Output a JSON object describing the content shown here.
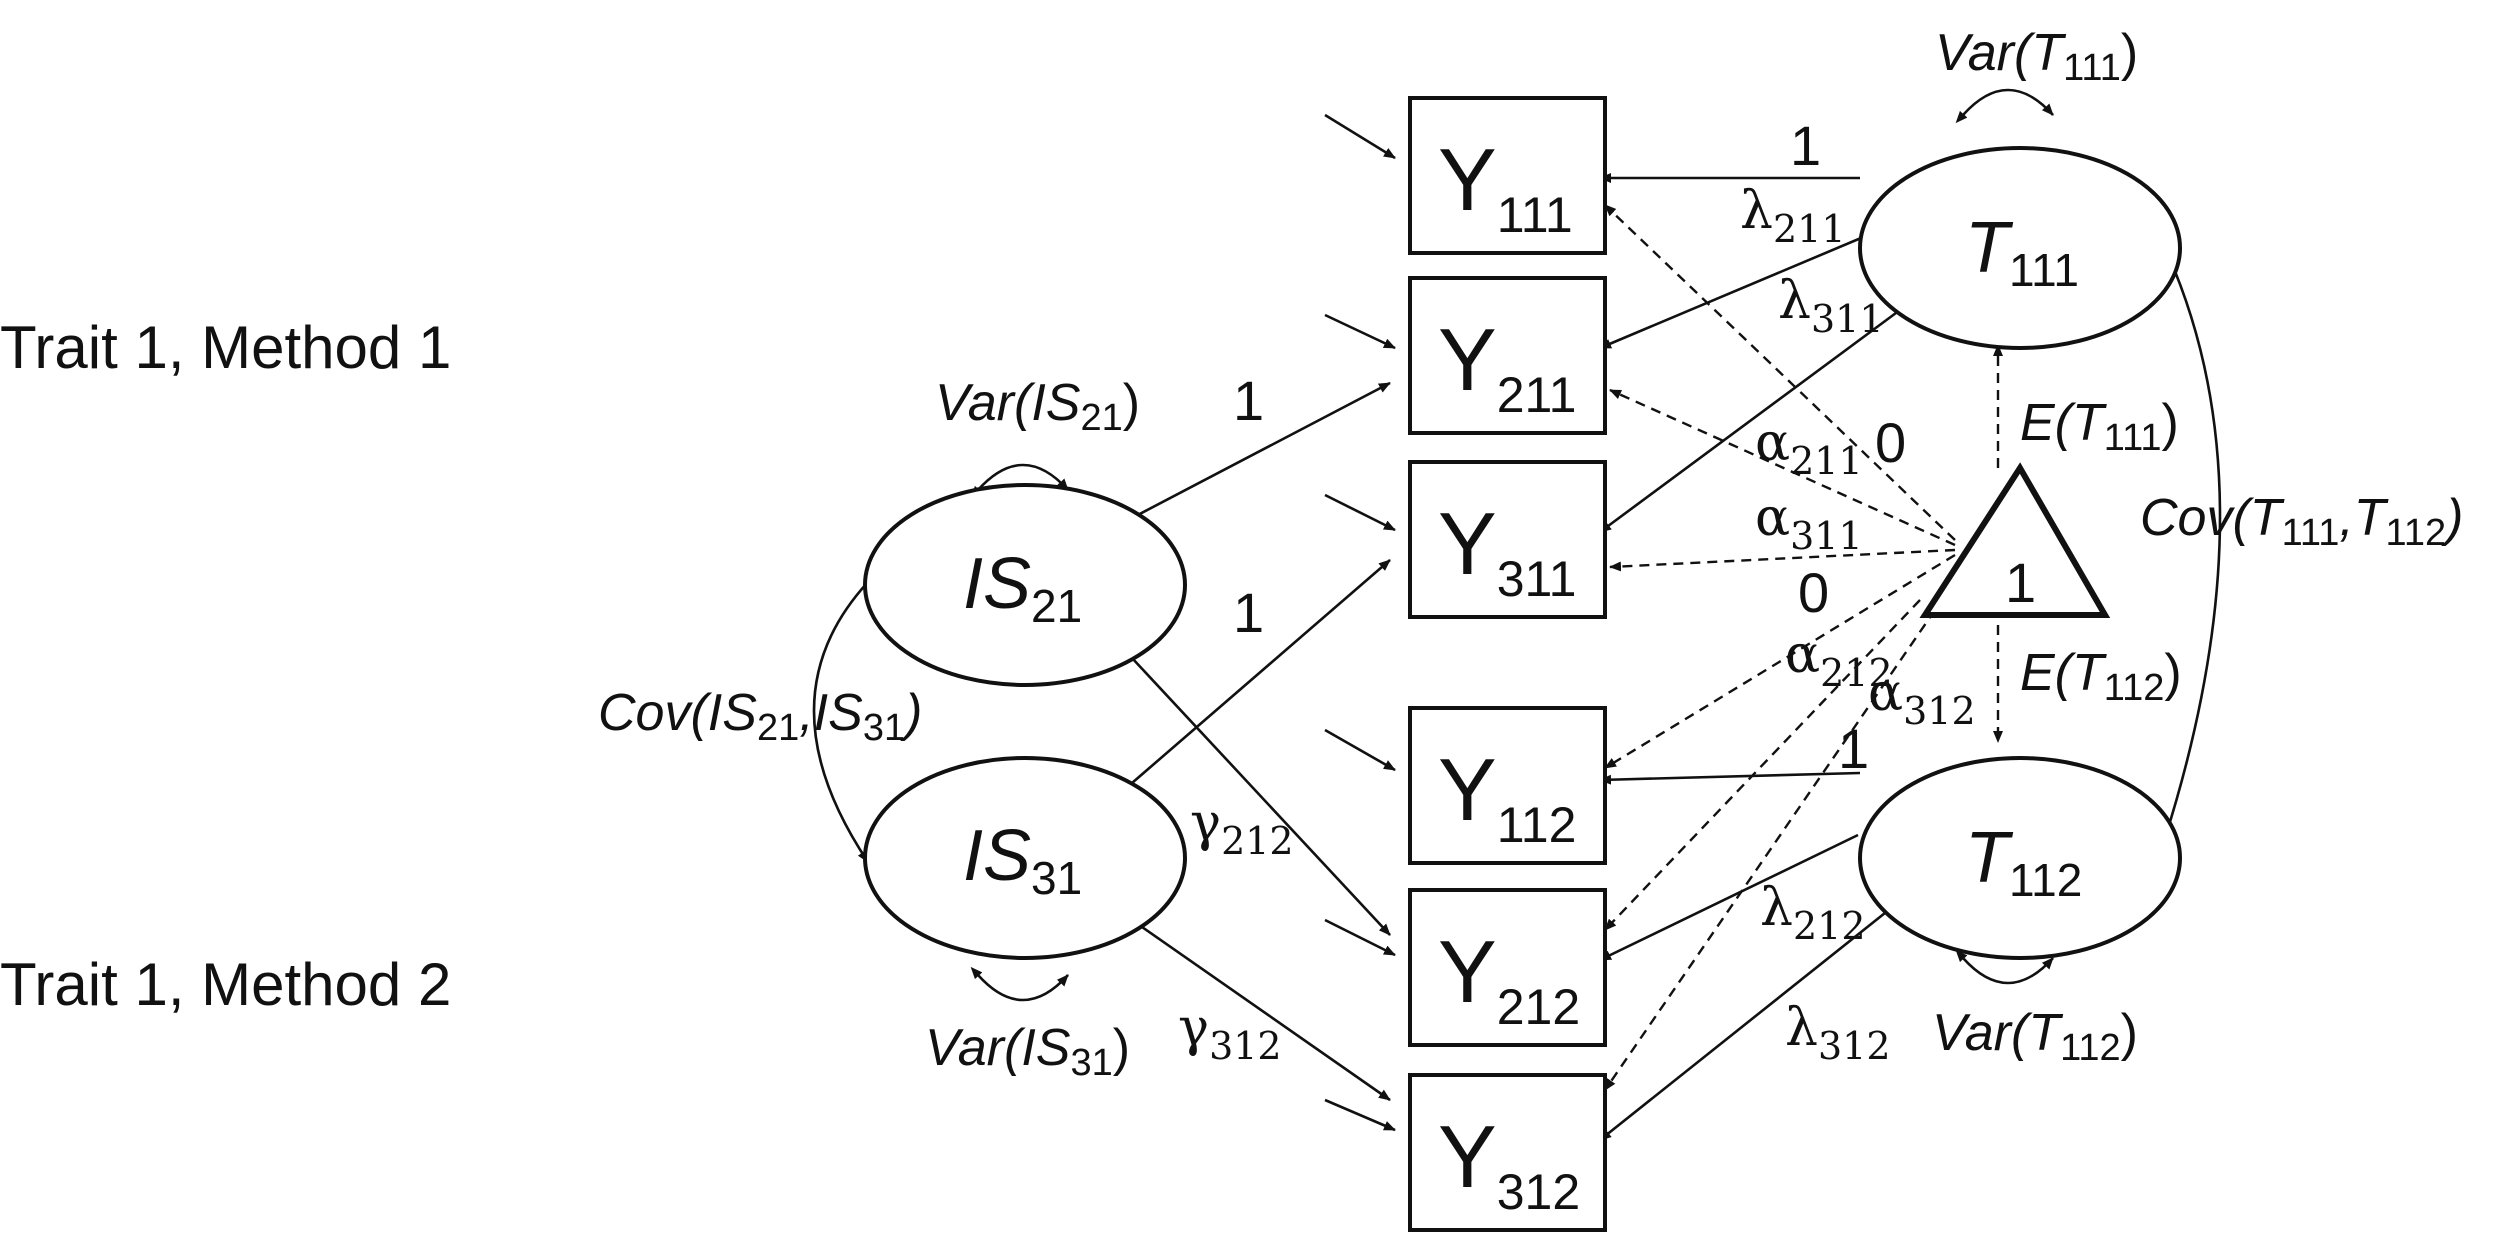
{
  "side_labels": {
    "method1": "Trait 1, Method 1",
    "method2": "Trait 1, Method 2"
  },
  "observed": [
    {
      "base": "Y",
      "sub": "111"
    },
    {
      "base": "Y",
      "sub": "211"
    },
    {
      "base": "Y",
      "sub": "311"
    },
    {
      "base": "Y",
      "sub": "112"
    },
    {
      "base": "Y",
      "sub": "212"
    },
    {
      "base": "Y",
      "sub": "312"
    }
  ],
  "latent": {
    "T111": {
      "base": "T",
      "sub": "111"
    },
    "T112": {
      "base": "T",
      "sub": "112"
    },
    "IS21": {
      "base": "IS",
      "sub": "21"
    },
    "IS31": {
      "base": "IS",
      "sub": "31"
    }
  },
  "constant": {
    "label": "1"
  },
  "variance_labels": {
    "T111": {
      "pre": "Var(",
      "base": "T",
      "sub": "111",
      "post": ")"
    },
    "T112": {
      "pre": "Var(",
      "base": "T",
      "sub": "112",
      "post": ")"
    },
    "IS21": {
      "pre": "Var(",
      "base": "IS",
      "sub": "21",
      "post": ")"
    },
    "IS31": {
      "pre": "Var(",
      "base": "IS",
      "sub": "31",
      "post": ")"
    }
  },
  "covariance_labels": {
    "T": {
      "pre": "Cov(",
      "a_base": "T",
      "a_sub": "111",
      "sep": ",",
      "b_base": "T",
      "b_sub": "112",
      "post": ")"
    },
    "IS": {
      "pre": "Cov(",
      "a_base": "IS",
      "a_sub": "21",
      "sep": ",",
      "b_base": "IS",
      "b_sub": "31",
      "post": ")"
    }
  },
  "expectation_labels": {
    "T111": {
      "pre": "E(",
      "base": "T",
      "sub": "111",
      "post": ")"
    },
    "T112": {
      "pre": "E(",
      "base": "T",
      "sub": "112",
      "post": ")"
    }
  },
  "loadings": {
    "T111_Y111": "1",
    "T112_Y112": "1",
    "IS21_Y211": "1",
    "IS31_Y311": "1",
    "lambda211": {
      "sym": "λ",
      "sub": "211"
    },
    "lambda311": {
      "sym": "λ",
      "sub": "311"
    },
    "lambda212": {
      "sym": "λ",
      "sub": "212"
    },
    "lambda312": {
      "sym": "λ",
      "sub": "312"
    },
    "gamma212": {
      "sym": "γ",
      "sub": "212"
    },
    "gamma312": {
      "sym": "γ",
      "sub": "312"
    }
  },
  "intercepts": {
    "alpha211": {
      "sym": "α",
      "sub": "211"
    },
    "alpha311": {
      "sym": "α",
      "sub": "311"
    },
    "alpha212": {
      "sym": "α",
      "sub": "212"
    },
    "alpha312": {
      "sym": "α",
      "sub": "312"
    },
    "zero_top": "0",
    "zero_bottom": "0"
  }
}
